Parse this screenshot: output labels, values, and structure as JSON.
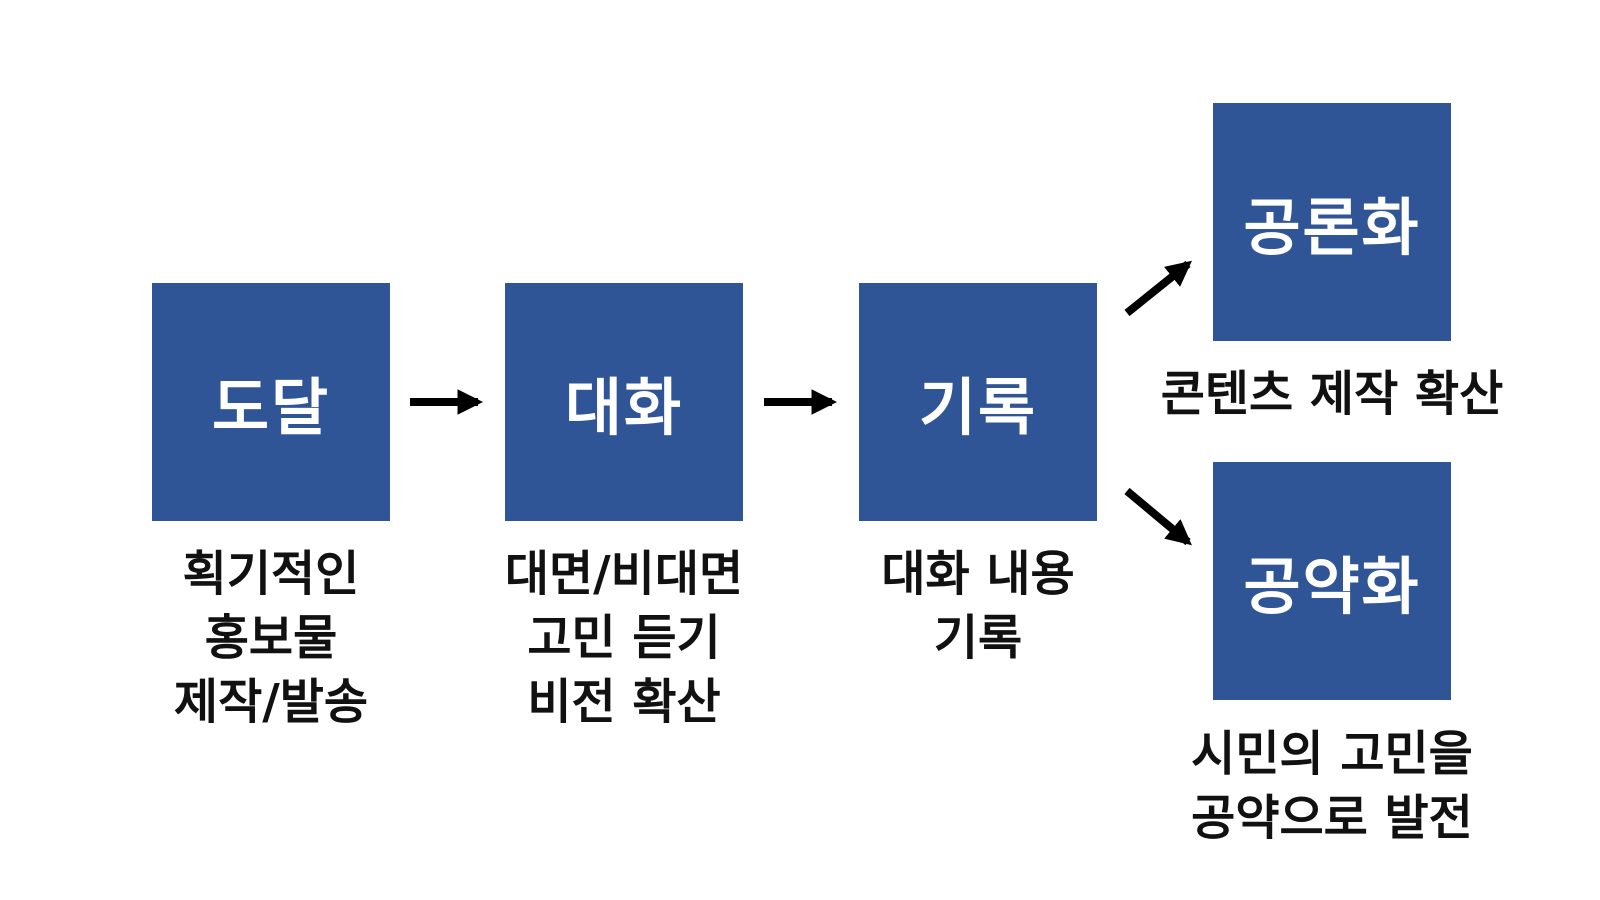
{
  "colors": {
    "box_fill": "#2f5597",
    "box_text": "#ffffff",
    "caption_text": "#111111",
    "arrow": "#000000"
  },
  "steps": [
    {
      "label": "도달",
      "caption": [
        "획기적인",
        "홍보물",
        "제작/발송"
      ]
    },
    {
      "label": "대화",
      "caption": [
        "대면/비대면",
        "고민 듣기",
        "비전 확산"
      ]
    },
    {
      "label": "기록",
      "caption": [
        "대화 내용",
        "기록"
      ]
    }
  ],
  "outcomes": [
    {
      "label": "공론화",
      "caption": [
        "콘텐츠 제작 확산"
      ]
    },
    {
      "label": "공약화",
      "caption": [
        "시민의 고민을",
        "공약으로 발전"
      ]
    }
  ]
}
